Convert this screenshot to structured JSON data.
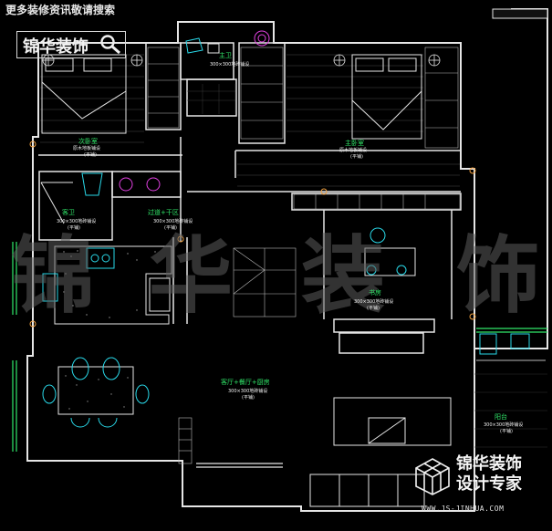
{
  "header": {
    "banner_text": "更多装修资讯敬请搜索",
    "logo_text": "锦华装饰"
  },
  "watermark": {
    "big_text": [
      "锦",
      "华",
      "装",
      "饰"
    ]
  },
  "rooms": {
    "master_bath": {
      "name": "主卫",
      "note": "300×300地砖铺设"
    },
    "second_bedroom": {
      "name": "次卧室",
      "note": "原木地板铺设",
      "detail": "(平铺)"
    },
    "master_bedroom": {
      "name": "主卧室",
      "note": "原木地板铺设",
      "detail": "(平铺)"
    },
    "guest_bath": {
      "name": "客卫",
      "note": "300×300地砖铺设",
      "detail": "(平铺)"
    },
    "corridor": {
      "name": "过道+干区",
      "note": "300×300地砖铺设",
      "detail": "(平铺)"
    },
    "study": {
      "name": "书房",
      "note": "300×300地砖铺设",
      "detail": "(平铺)"
    },
    "living": {
      "name": "客厅+餐厅+厨房",
      "note": "300×300地砖铺设",
      "detail": "(平铺)"
    },
    "balcony": {
      "name": "阳台",
      "note": "300×300地砖铺设",
      "detail": "(平铺)"
    }
  },
  "brand": {
    "line1": "锦华装饰",
    "line2": "设计专家",
    "url": "WWW.JS-JINHUA.COM"
  },
  "colors": {
    "wall": "#e6e6e6",
    "furniture": "#29d8e8",
    "label": "#31e86a",
    "hatch": "#b8b8b8",
    "accent": "#e040e0"
  }
}
